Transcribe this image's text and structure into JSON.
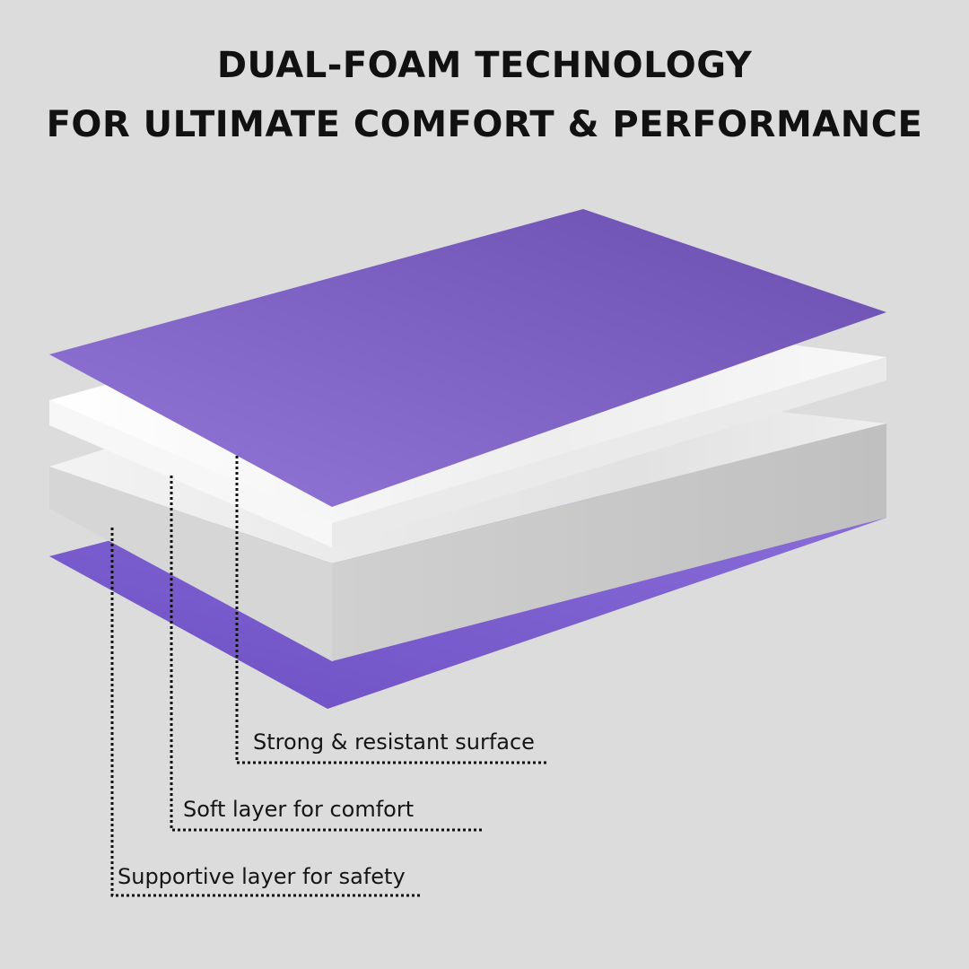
{
  "header": {
    "title_line1": "DUAL-FOAM TECHNOLOGY",
    "title_line2": "FOR ULTIMATE COMFORT & PERFORMANCE"
  },
  "layers": [
    {
      "label": "Strong & resistant surface",
      "color": "#8265cc"
    },
    {
      "label": "Soft layer for comfort",
      "color": "#f2f2f2"
    },
    {
      "label": "Supportive layer for safety",
      "color": "#c4c4c4"
    }
  ],
  "colors": {
    "background": "#dcdcdc",
    "purple_light": "#9072d6",
    "purple_dark": "#6a4fb0",
    "white_foam": "#f4f4f4",
    "grey_foam": "#c2c2c2",
    "text": "#151515"
  }
}
